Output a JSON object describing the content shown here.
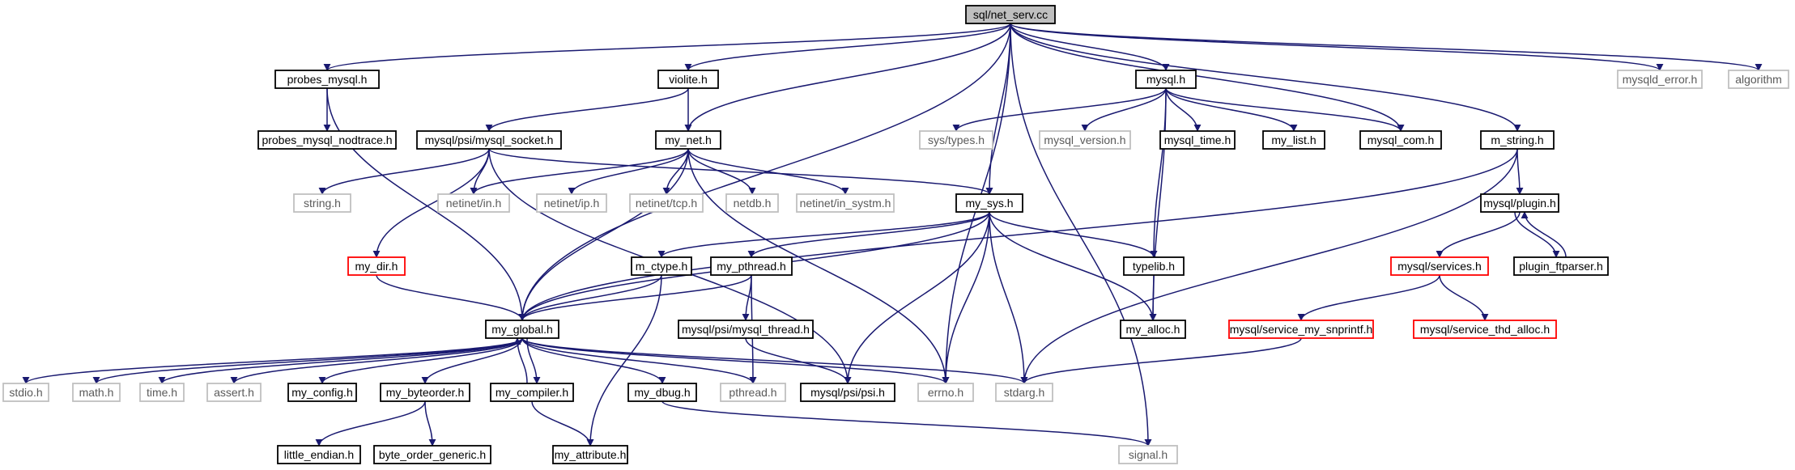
{
  "title": "sql/net_serv.cc",
  "colors": {
    "edge": "#191970",
    "root_fill": "#bfbfbf",
    "border_normal": "#000000",
    "border_missing": "#c0c0c0",
    "border_incomplete": "#ff0000"
  },
  "nodes": [
    {
      "id": "root",
      "label": "sql/net_serv.cc",
      "kind": "root"
    },
    {
      "id": "probes_mysql",
      "label": "probes_mysql.h",
      "kind": "normal"
    },
    {
      "id": "violite",
      "label": "violite.h",
      "kind": "normal"
    },
    {
      "id": "mysql",
      "label": "mysql.h",
      "kind": "normal"
    },
    {
      "id": "mysqld_error",
      "label": "mysqld_error.h",
      "kind": "missing"
    },
    {
      "id": "algorithm",
      "label": "algorithm",
      "kind": "missing"
    },
    {
      "id": "probes_nodtrace",
      "label": "probes_mysql_nodtrace.h",
      "kind": "normal"
    },
    {
      "id": "psi_socket",
      "label": "mysql/psi/mysql_socket.h",
      "kind": "normal"
    },
    {
      "id": "my_net",
      "label": "my_net.h",
      "kind": "normal"
    },
    {
      "id": "sys_types",
      "label": "sys/types.h",
      "kind": "missing"
    },
    {
      "id": "mysql_version",
      "label": "mysql_version.h",
      "kind": "missing"
    },
    {
      "id": "mysql_time",
      "label": "mysql_time.h",
      "kind": "normal"
    },
    {
      "id": "my_list",
      "label": "my_list.h",
      "kind": "normal"
    },
    {
      "id": "mysql_com",
      "label": "mysql_com.h",
      "kind": "normal"
    },
    {
      "id": "m_string",
      "label": "m_string.h",
      "kind": "normal"
    },
    {
      "id": "string_h",
      "label": "string.h",
      "kind": "missing"
    },
    {
      "id": "netinet_in",
      "label": "netinet/in.h",
      "kind": "missing"
    },
    {
      "id": "netinet_ip",
      "label": "netinet/ip.h",
      "kind": "missing"
    },
    {
      "id": "netinet_tcp",
      "label": "netinet/tcp.h",
      "kind": "missing"
    },
    {
      "id": "netdb",
      "label": "netdb.h",
      "kind": "missing"
    },
    {
      "id": "netinet_systm",
      "label": "netinet/in_systm.h",
      "kind": "missing"
    },
    {
      "id": "my_sys",
      "label": "my_sys.h",
      "kind": "normal"
    },
    {
      "id": "mysql_plugin",
      "label": "mysql/plugin.h",
      "kind": "normal"
    },
    {
      "id": "my_dir",
      "label": "my_dir.h",
      "kind": "incomplete"
    },
    {
      "id": "m_ctype",
      "label": "m_ctype.h",
      "kind": "normal"
    },
    {
      "id": "my_pthread",
      "label": "my_pthread.h",
      "kind": "normal"
    },
    {
      "id": "typelib",
      "label": "typelib.h",
      "kind": "normal"
    },
    {
      "id": "mysql_services",
      "label": "mysql/services.h",
      "kind": "incomplete"
    },
    {
      "id": "plugin_ftparser",
      "label": "plugin_ftparser.h",
      "kind": "normal"
    },
    {
      "id": "my_global",
      "label": "my_global.h",
      "kind": "normal"
    },
    {
      "id": "psi_thread",
      "label": "mysql/psi/mysql_thread.h",
      "kind": "normal"
    },
    {
      "id": "my_alloc",
      "label": "my_alloc.h",
      "kind": "normal"
    },
    {
      "id": "service_snprintf",
      "label": "mysql/service_my_snprintf.h",
      "kind": "incomplete"
    },
    {
      "id": "service_thd_alloc",
      "label": "mysql/service_thd_alloc.h",
      "kind": "incomplete"
    },
    {
      "id": "stdio",
      "label": "stdio.h",
      "kind": "missing"
    },
    {
      "id": "math",
      "label": "math.h",
      "kind": "missing"
    },
    {
      "id": "time_h",
      "label": "time.h",
      "kind": "missing"
    },
    {
      "id": "assert_h",
      "label": "assert.h",
      "kind": "missing"
    },
    {
      "id": "my_config",
      "label": "my_config.h",
      "kind": "normal"
    },
    {
      "id": "my_byteorder",
      "label": "my_byteorder.h",
      "kind": "normal"
    },
    {
      "id": "my_compiler",
      "label": "my_compiler.h",
      "kind": "normal"
    },
    {
      "id": "my_dbug",
      "label": "my_dbug.h",
      "kind": "normal"
    },
    {
      "id": "pthread_h",
      "label": "pthread.h",
      "kind": "missing"
    },
    {
      "id": "psi_psi",
      "label": "mysql/psi/psi.h",
      "kind": "normal"
    },
    {
      "id": "errno_h",
      "label": "errno.h",
      "kind": "missing"
    },
    {
      "id": "stdarg",
      "label": "stdarg.h",
      "kind": "missing"
    },
    {
      "id": "little_endian",
      "label": "little_endian.h",
      "kind": "normal"
    },
    {
      "id": "byte_order_generic",
      "label": "byte_order_generic.h",
      "kind": "normal"
    },
    {
      "id": "my_attribute",
      "label": "my_attribute.h",
      "kind": "normal"
    },
    {
      "id": "signal_h",
      "label": "signal.h",
      "kind": "missing"
    }
  ],
  "edges": [
    [
      "root",
      "probes_mysql"
    ],
    [
      "root",
      "violite"
    ],
    [
      "root",
      "mysql"
    ],
    [
      "root",
      "mysqld_error"
    ],
    [
      "root",
      "algorithm"
    ],
    [
      "root",
      "my_global"
    ],
    [
      "root",
      "my_net"
    ],
    [
      "root",
      "my_sys"
    ],
    [
      "root",
      "mysql_com"
    ],
    [
      "root",
      "m_string"
    ],
    [
      "root",
      "errno_h"
    ],
    [
      "root",
      "signal_h"
    ],
    [
      "probes_mysql",
      "probes_nodtrace"
    ],
    [
      "probes_mysql",
      "my_global"
    ],
    [
      "violite",
      "psi_socket"
    ],
    [
      "violite",
      "my_net"
    ],
    [
      "psi_socket",
      "my_dir"
    ],
    [
      "psi_socket",
      "string_h"
    ],
    [
      "psi_socket",
      "netinet_in"
    ],
    [
      "psi_socket",
      "my_sys"
    ],
    [
      "psi_socket",
      "psi_psi"
    ],
    [
      "my_net",
      "my_global"
    ],
    [
      "my_net",
      "netinet_in"
    ],
    [
      "my_net",
      "netinet_ip"
    ],
    [
      "my_net",
      "netinet_tcp"
    ],
    [
      "my_net",
      "netdb"
    ],
    [
      "my_net",
      "netinet_systm"
    ],
    [
      "my_net",
      "errno_h"
    ],
    [
      "mysql",
      "sys_types"
    ],
    [
      "mysql",
      "mysql_version"
    ],
    [
      "mysql",
      "mysql_time"
    ],
    [
      "mysql",
      "my_list"
    ],
    [
      "mysql",
      "mysql_com"
    ],
    [
      "mysql",
      "typelib"
    ],
    [
      "mysql",
      "my_alloc"
    ],
    [
      "m_string",
      "mysql_plugin"
    ],
    [
      "m_string",
      "stdarg"
    ],
    [
      "m_string",
      "my_global"
    ],
    [
      "mysql_plugin",
      "mysql_services"
    ],
    [
      "mysql_plugin",
      "plugin_ftparser"
    ],
    [
      "plugin_ftparser",
      "mysql_plugin"
    ],
    [
      "mysql_services",
      "service_snprintf"
    ],
    [
      "mysql_services",
      "service_thd_alloc"
    ],
    [
      "service_snprintf",
      "stdarg"
    ],
    [
      "my_sys",
      "m_ctype"
    ],
    [
      "my_sys",
      "my_pthread"
    ],
    [
      "my_sys",
      "typelib"
    ],
    [
      "my_sys",
      "my_alloc"
    ],
    [
      "my_sys",
      "psi_psi"
    ],
    [
      "my_sys",
      "errno_h"
    ],
    [
      "my_sys",
      "stdarg"
    ],
    [
      "my_sys",
      "my_global"
    ],
    [
      "my_dir",
      "my_global"
    ],
    [
      "m_ctype",
      "my_global"
    ],
    [
      "m_ctype",
      "my_attribute"
    ],
    [
      "my_pthread",
      "my_global"
    ],
    [
      "my_pthread",
      "psi_thread"
    ],
    [
      "my_pthread",
      "pthread_h"
    ],
    [
      "psi_thread",
      "psi_psi"
    ],
    [
      "typelib",
      "my_alloc"
    ],
    [
      "my_global",
      "stdio"
    ],
    [
      "my_global",
      "math"
    ],
    [
      "my_global",
      "time_h"
    ],
    [
      "my_global",
      "assert_h"
    ],
    [
      "my_global",
      "my_config"
    ],
    [
      "my_global",
      "my_byteorder"
    ],
    [
      "my_global",
      "my_compiler"
    ],
    [
      "my_global",
      "my_dbug"
    ],
    [
      "my_global",
      "pthread_h"
    ],
    [
      "my_global",
      "errno_h"
    ],
    [
      "my_global",
      "stdarg"
    ],
    [
      "my_compiler",
      "my_global"
    ],
    [
      "my_byteorder",
      "little_endian"
    ],
    [
      "my_byteorder",
      "byte_order_generic"
    ],
    [
      "my_compiler",
      "my_attribute"
    ],
    [
      "my_dbug",
      "signal_h"
    ]
  ]
}
